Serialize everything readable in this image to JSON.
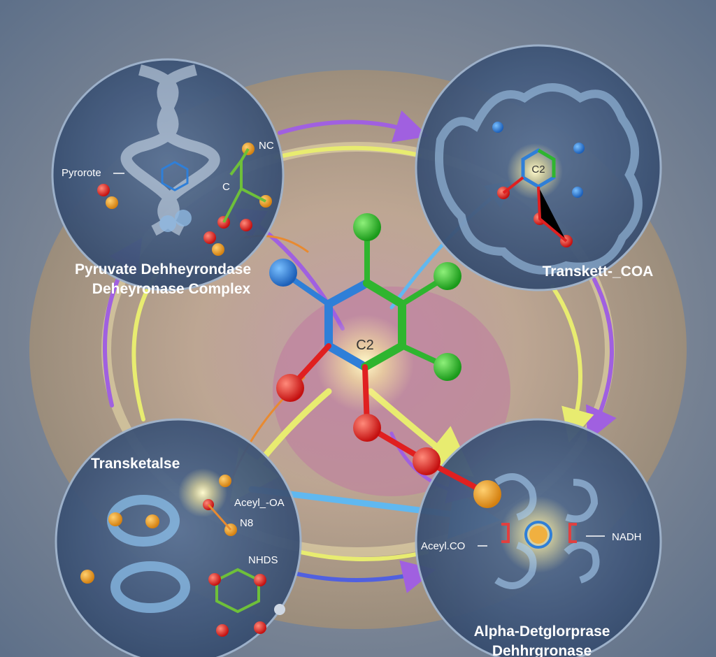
{
  "center": {
    "label": "C2"
  },
  "panels": {
    "top_left": {
      "title_line1": "Pyruvate Dehheyrondase",
      "title_line2": "Deheyronase Complex",
      "labels": [
        "Pyrorote",
        "NC",
        "C"
      ]
    },
    "top_right": {
      "title": "Transkett-_COA",
      "labels": [
        "C2"
      ]
    },
    "bottom_left": {
      "title": "Transketalse",
      "labels": [
        "Aceyl_-OA",
        "N8",
        "NHDS"
      ]
    },
    "bottom_right": {
      "title_line1": "Alpha-Detglorprase",
      "title_line2": "Dehhrgronase",
      "labels": [
        "Aceyl.CO",
        "NADH"
      ]
    }
  },
  "colors": {
    "background": "#6f7f95",
    "panel": "#3d5578",
    "carbon_blue": "#2f7fd8",
    "carbon_green": "#2fb52f",
    "oxygen_red": "#e02020",
    "orange": "#f0a020",
    "arrow_purple": "#a060e0",
    "arrow_yellow": "#e8ec70",
    "arrow_blue": "#60b8f0"
  }
}
